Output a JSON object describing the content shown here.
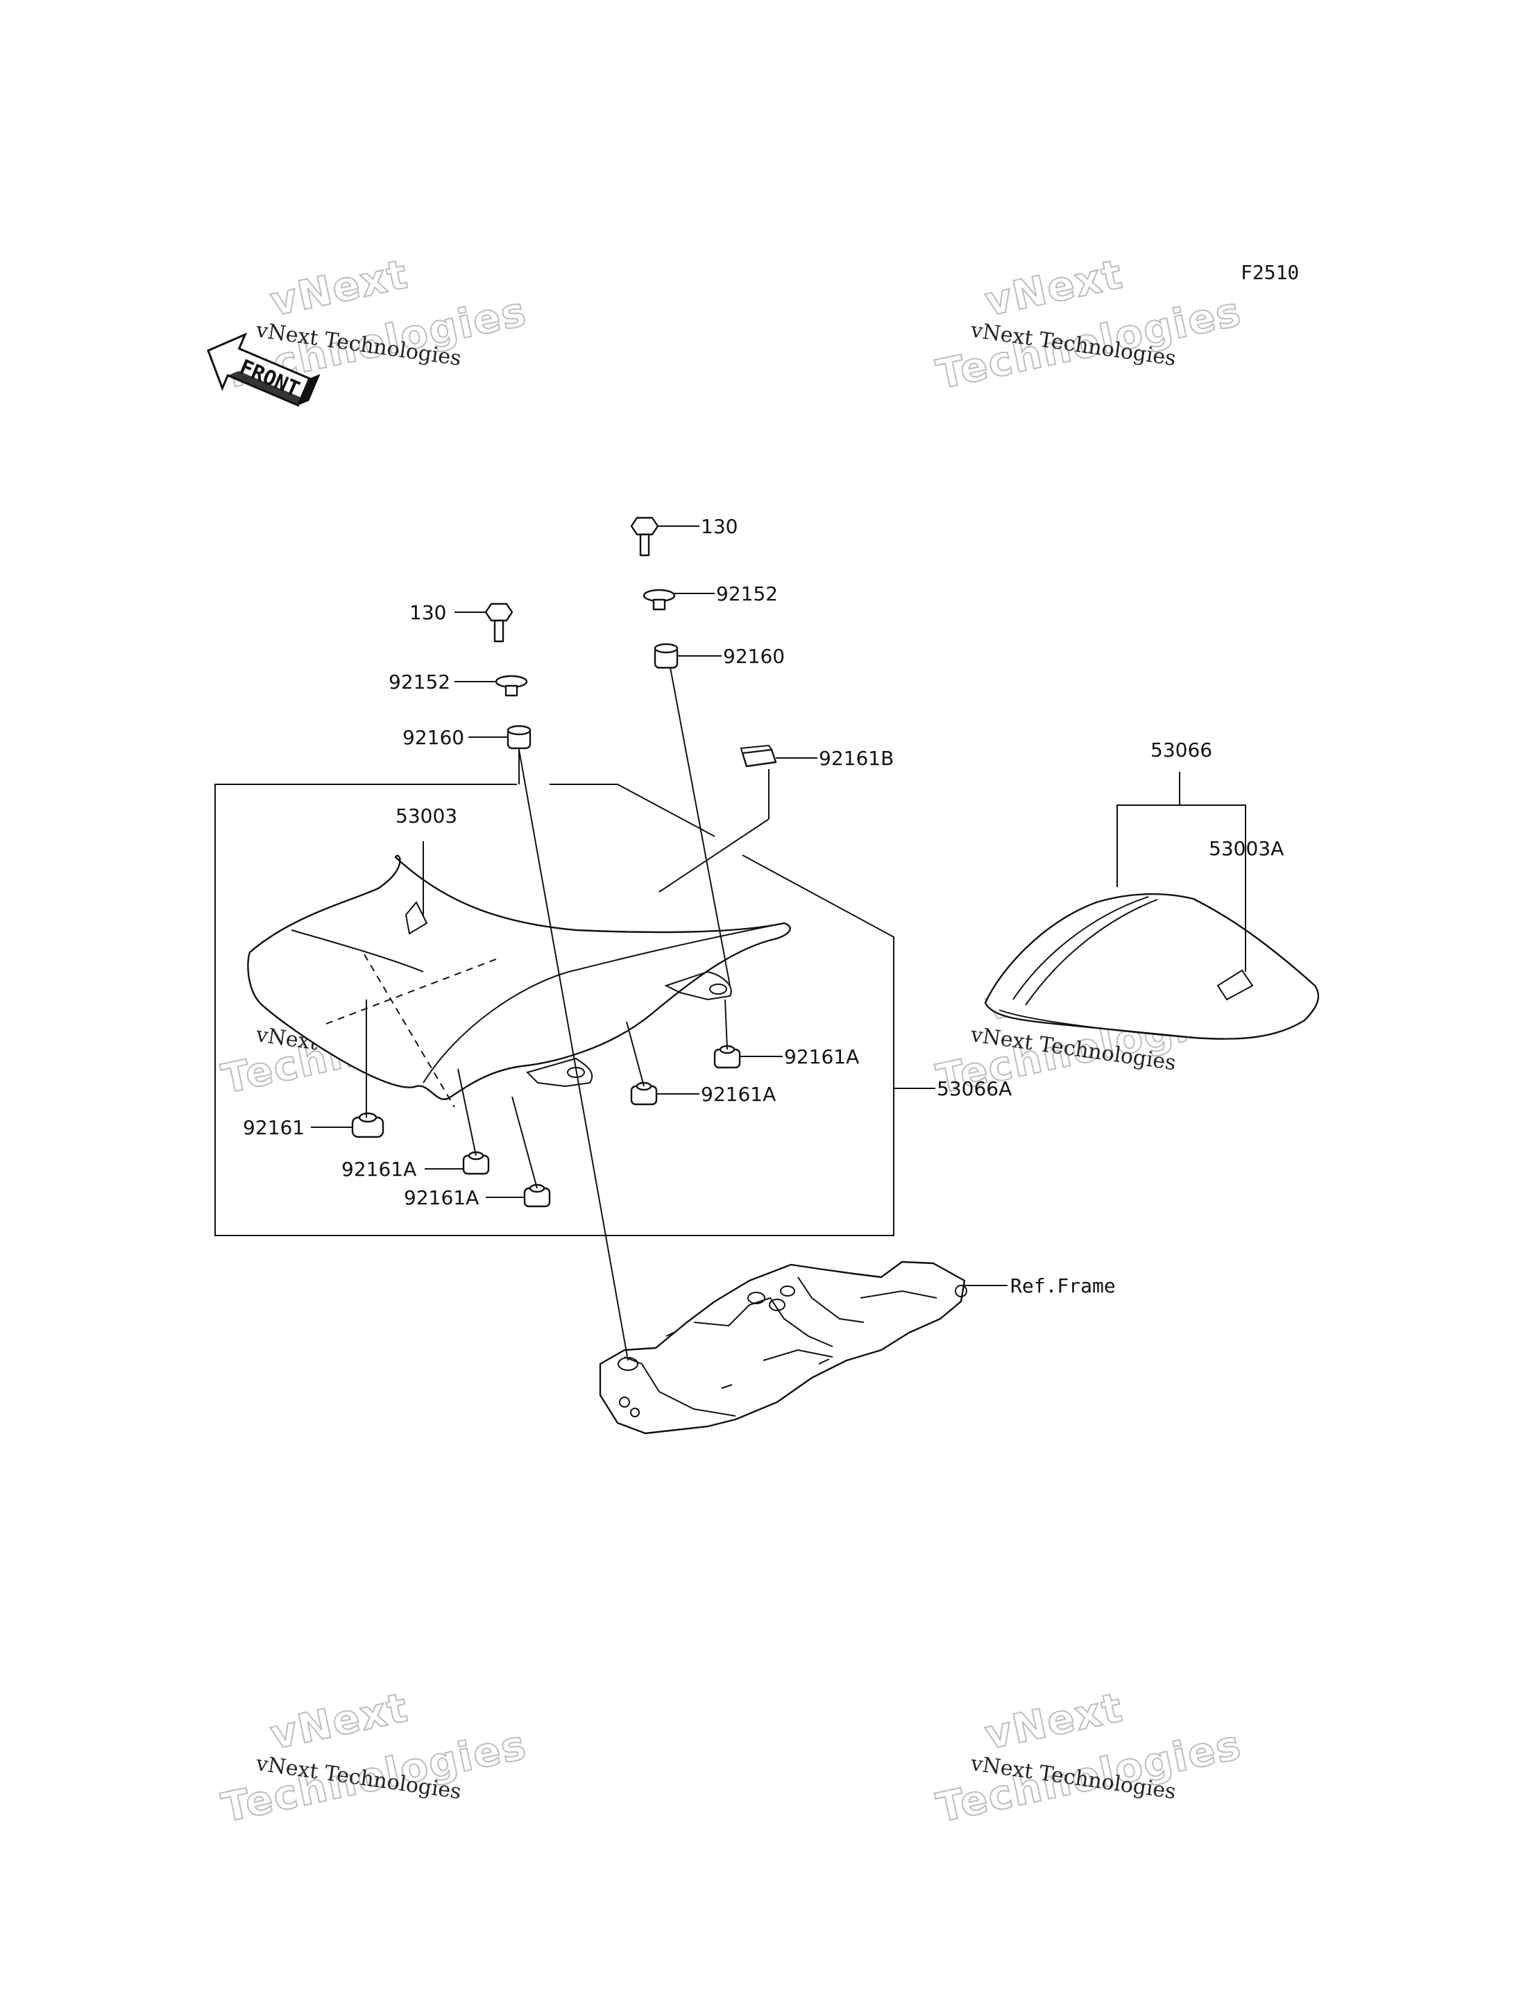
{
  "diagram_code": "F2510",
  "front_arrow_text": "FRONT",
  "watermark": {
    "line1": "vNext Technologies",
    "line2a": "vNext",
    "line2b": "Technologies"
  },
  "callouts": {
    "bolt_left": "130",
    "washer_left": "92152",
    "damper_left": "92160",
    "bolt_right": "130",
    "washer_right": "92152",
    "damper_right": "92160",
    "stopper_b": "92161B",
    "seat_front": "53003",
    "seat_assy_rear": "53066",
    "seat_rear": "53003A",
    "seat_assy_front": "53066A",
    "damper_a1": "92161A",
    "damper_a2": "92161A",
    "damper_a3": "92161A",
    "damper_a4": "92161A",
    "damper_plain": "92161",
    "frame_ref": "Ref.Frame"
  }
}
